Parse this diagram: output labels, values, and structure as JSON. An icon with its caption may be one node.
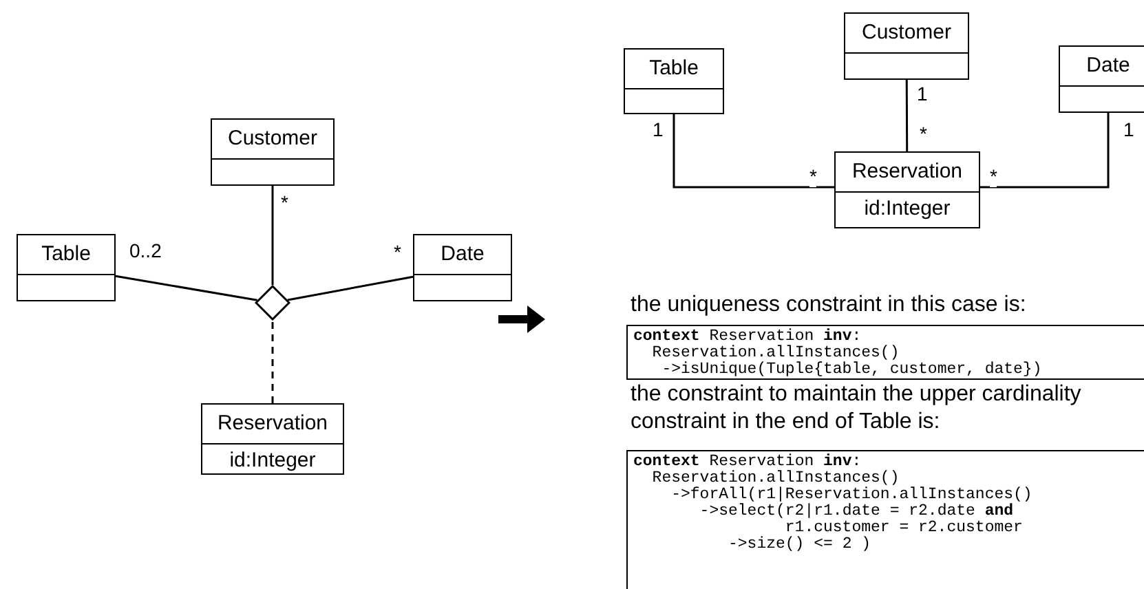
{
  "diagram": {
    "nodes": [
      {
        "text": [
          "Table"
        ]
      },
      {
        "text": [
          "Customer"
        ]
      },
      {
        "text": [
          "Date"
        ]
      },
      {
        "text": [],
        "shape": "diamond"
      },
      {
        "text": [
          "Reservation",
          "id:Integer"
        ]
      },
      {
        "text": [
          "Table"
        ]
      },
      {
        "text": [
          "Customer"
        ]
      },
      {
        "text": [
          "Date"
        ]
      },
      {
        "text": [
          "Reservation",
          "id:Integer"
        ]
      },
      {
        "text": [
          "**context** Reservation **inv**:",
          "Reservation.allInstances()",
          "->isUnique(Tuple{table, customer, date})"
        ]
      },
      {
        "text": [
          "**context** Reservation **inv**:",
          "Reservation.allInstances()",
          "->forAll(r1|Reservation.allInstances()",
          "->select(r2|r1.date = r2.date **and**",
          "r1.customer = r2.customer",
          "->size() <= 2 )"
        ]
      }
    ],
    "edges": [
      {
        "from": 0,
        "to": 3,
        "arrow": "none",
        "label": "0..2"
      },
      {
        "from": 1,
        "to": 3,
        "arrow": "none",
        "label": "*"
      },
      {
        "from": 2,
        "to": 3,
        "arrow": "none",
        "label": "*"
      },
      {
        "from": 4,
        "to": 3,
        "arrow": "none",
        "style": "dashed"
      },
      {
        "from": 5,
        "to": 8,
        "arrow": "none"
      },
      {
        "from": 6,
        "to": 8,
        "arrow": "none"
      },
      {
        "from": 7,
        "to": 8,
        "arrow": "none"
      }
    ],
    "labels": [
      "1",
      "1",
      "1",
      "*",
      "*",
      "*",
      "the uniqueness constraint in this case is:",
      "the constraint to maintain the upper cardinality constraint in the end of Table is:"
    ]
  }
}
